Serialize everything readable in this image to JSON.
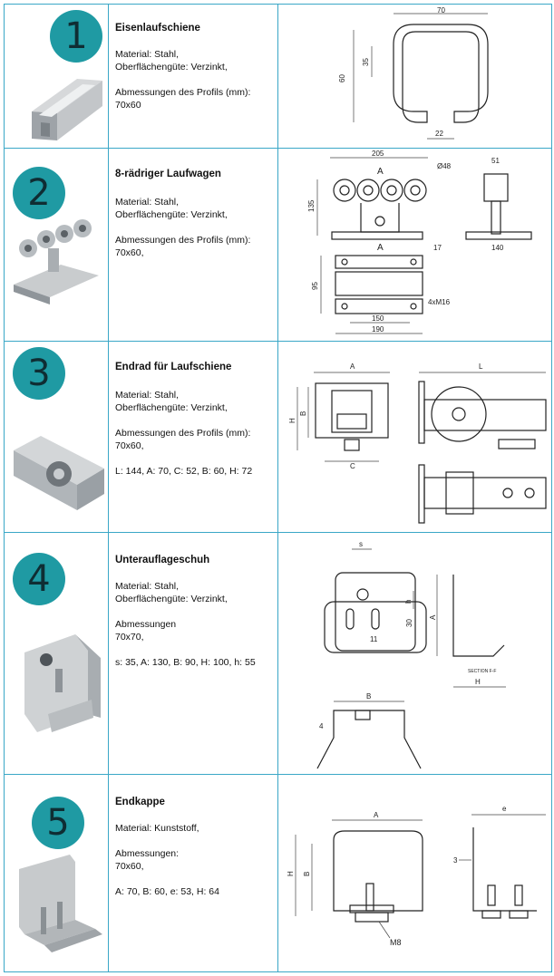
{
  "rows": [
    {
      "number": "1",
      "title": "Eisenlaufschiene",
      "lines": [
        "Material: Stahl,",
        "Oberflächengüte: Verzinkt,",
        "",
        "Abmessungen des Profils (mm):",
        "70x60"
      ],
      "dims": {
        "width": "70",
        "height": "60",
        "mid": "35",
        "gap": "22"
      }
    },
    {
      "number": "2",
      "title": "8-rädriger Laufwagen",
      "lines": [
        "Material: Stahl,",
        "Oberflächengüte: Verzinkt,",
        "",
        "Abmessungen des Profils (mm):",
        "70x60,"
      ],
      "dims": {
        "w": "205",
        "d": "Ø48",
        "h": "135",
        "side": "51",
        "base": "140",
        "a": "A",
        "a2": "A",
        "t": "17",
        "p": "95",
        "bolt": "4xM16",
        "b1": "150",
        "b2": "190"
      }
    },
    {
      "number": "3",
      "title": "Endrad für Laufschiene",
      "lines": [
        "Material: Stahl,",
        "Oberflächengüte: Verzinkt,",
        "",
        "Abmessungen des Profils (mm):",
        "70x60,",
        "",
        "L: 144, A: 70, C: 52, B: 60, H: 72"
      ],
      "dims": {
        "a": "A",
        "l": "L",
        "h": "H",
        "b": "B",
        "c": "C"
      }
    },
    {
      "number": "4",
      "title": "Unterauflageschuh",
      "lines": [
        "Material: Stahl,",
        "Oberflächengüte: Verzinkt,",
        "",
        "Abmessungen",
        "70x70,",
        "",
        "s: 35, A: 130, B: 90, H: 100, h: 55"
      ],
      "dims": {
        "s": "s",
        "h": "h",
        "a": "A",
        "hh": "H",
        "b": "B",
        "n30": "30",
        "n11": "11",
        "n4": "4",
        "sec": "SECTION F-F"
      }
    },
    {
      "number": "5",
      "title": "Endkappe",
      "lines": [
        "Material: Kunststoff,",
        "",
        "Abmessungen:",
        "70x60,",
        "",
        "A: 70, B: 60, e: 53, H: 64"
      ],
      "dims": {
        "a": "A",
        "h": "H",
        "b": "B",
        "m": "M8",
        "e": "e",
        "n3": "3"
      }
    }
  ],
  "colors": {
    "border": "#3aa7c7",
    "badge": "#1f9aa3"
  }
}
